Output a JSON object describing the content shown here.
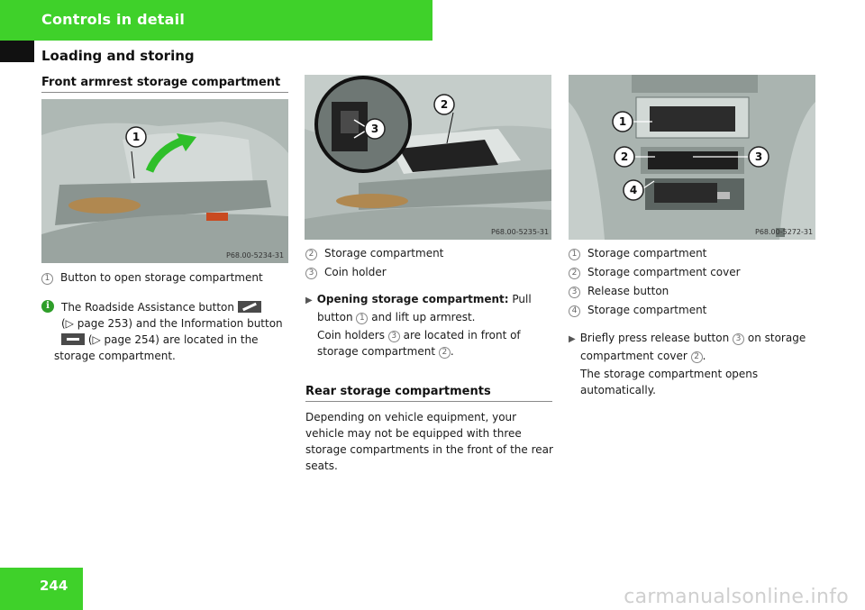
{
  "header": {
    "title": "Controls in detail"
  },
  "section": {
    "title": "Loading and storing"
  },
  "col1": {
    "heading": "Front armrest storage compartment",
    "photo_code": "P68.00-5234-31",
    "callout": "1",
    "legend": [
      {
        "num": "1",
        "text": "Button to open storage compartment"
      }
    ],
    "info": {
      "icon": "i",
      "line1": "The Roadside Assistance button",
      "line2": "(▷ page 253) and the Information button",
      "line3": "(▷ page 254) are located in the",
      "line4": "storage compartment."
    }
  },
  "col2": {
    "photo_code": "P68.00-5235-31",
    "callouts": [
      "2",
      "3"
    ],
    "legend": [
      {
        "num": "2",
        "text": "Storage compartment"
      },
      {
        "num": "3",
        "text": "Coin holder"
      }
    ],
    "step_label": "Opening storage compartment:",
    "step_text1": "Pull",
    "step_text2a": "button",
    "step_num1": "1",
    "step_text2b": "and lift up armrest.",
    "note_text1": "Coin holders",
    "note_num1": "3",
    "note_text2": "are located in front of",
    "note_text3": "storage compartment",
    "note_num2": "2",
    "note_text4": ".",
    "heading": "Rear storage compartments",
    "para": [
      "Depending on vehicle equipment, your",
      "vehicle may not be equipped with three",
      "storage compartments in the front of the rear",
      "seats."
    ]
  },
  "col3": {
    "photo_code": "P68.00-5272-31",
    "callouts": [
      "1",
      "2",
      "3",
      "4"
    ],
    "legend": [
      {
        "num": "1",
        "text": "Storage compartment"
      },
      {
        "num": "2",
        "text": "Storage compartment cover"
      },
      {
        "num": "3",
        "text": "Release button"
      },
      {
        "num": "4",
        "text": "Storage compartment"
      }
    ],
    "step_text1": "Briefly press release button",
    "step_num1": "3",
    "step_text2": "on storage",
    "step_text3": "compartment cover",
    "step_num2": "2",
    "step_text4": ".",
    "note": [
      "The storage compartment opens",
      "automatically."
    ]
  },
  "footer": {
    "page_number": "244",
    "watermark": "carmanualsonline.info"
  }
}
